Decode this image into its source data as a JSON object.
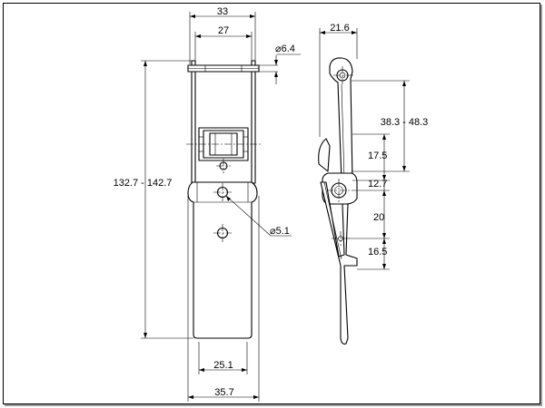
{
  "dimensions": {
    "overall_width": "33",
    "inner_width": "27",
    "pin_diameter": "6.4",
    "overall_length_range": "132.7 - 142.7",
    "hole_diameter": "5.1",
    "base_width": "25.1",
    "outer_base_width": "35.7",
    "side_depth": "21.6",
    "adjust_range": "38.3 - 48.3",
    "pivot_offset": "17.5",
    "pivot_to_hole": "12.7",
    "hole_spacing": "20",
    "tip_offset": "16.5"
  },
  "symbols": {
    "diameter": "⌀"
  }
}
